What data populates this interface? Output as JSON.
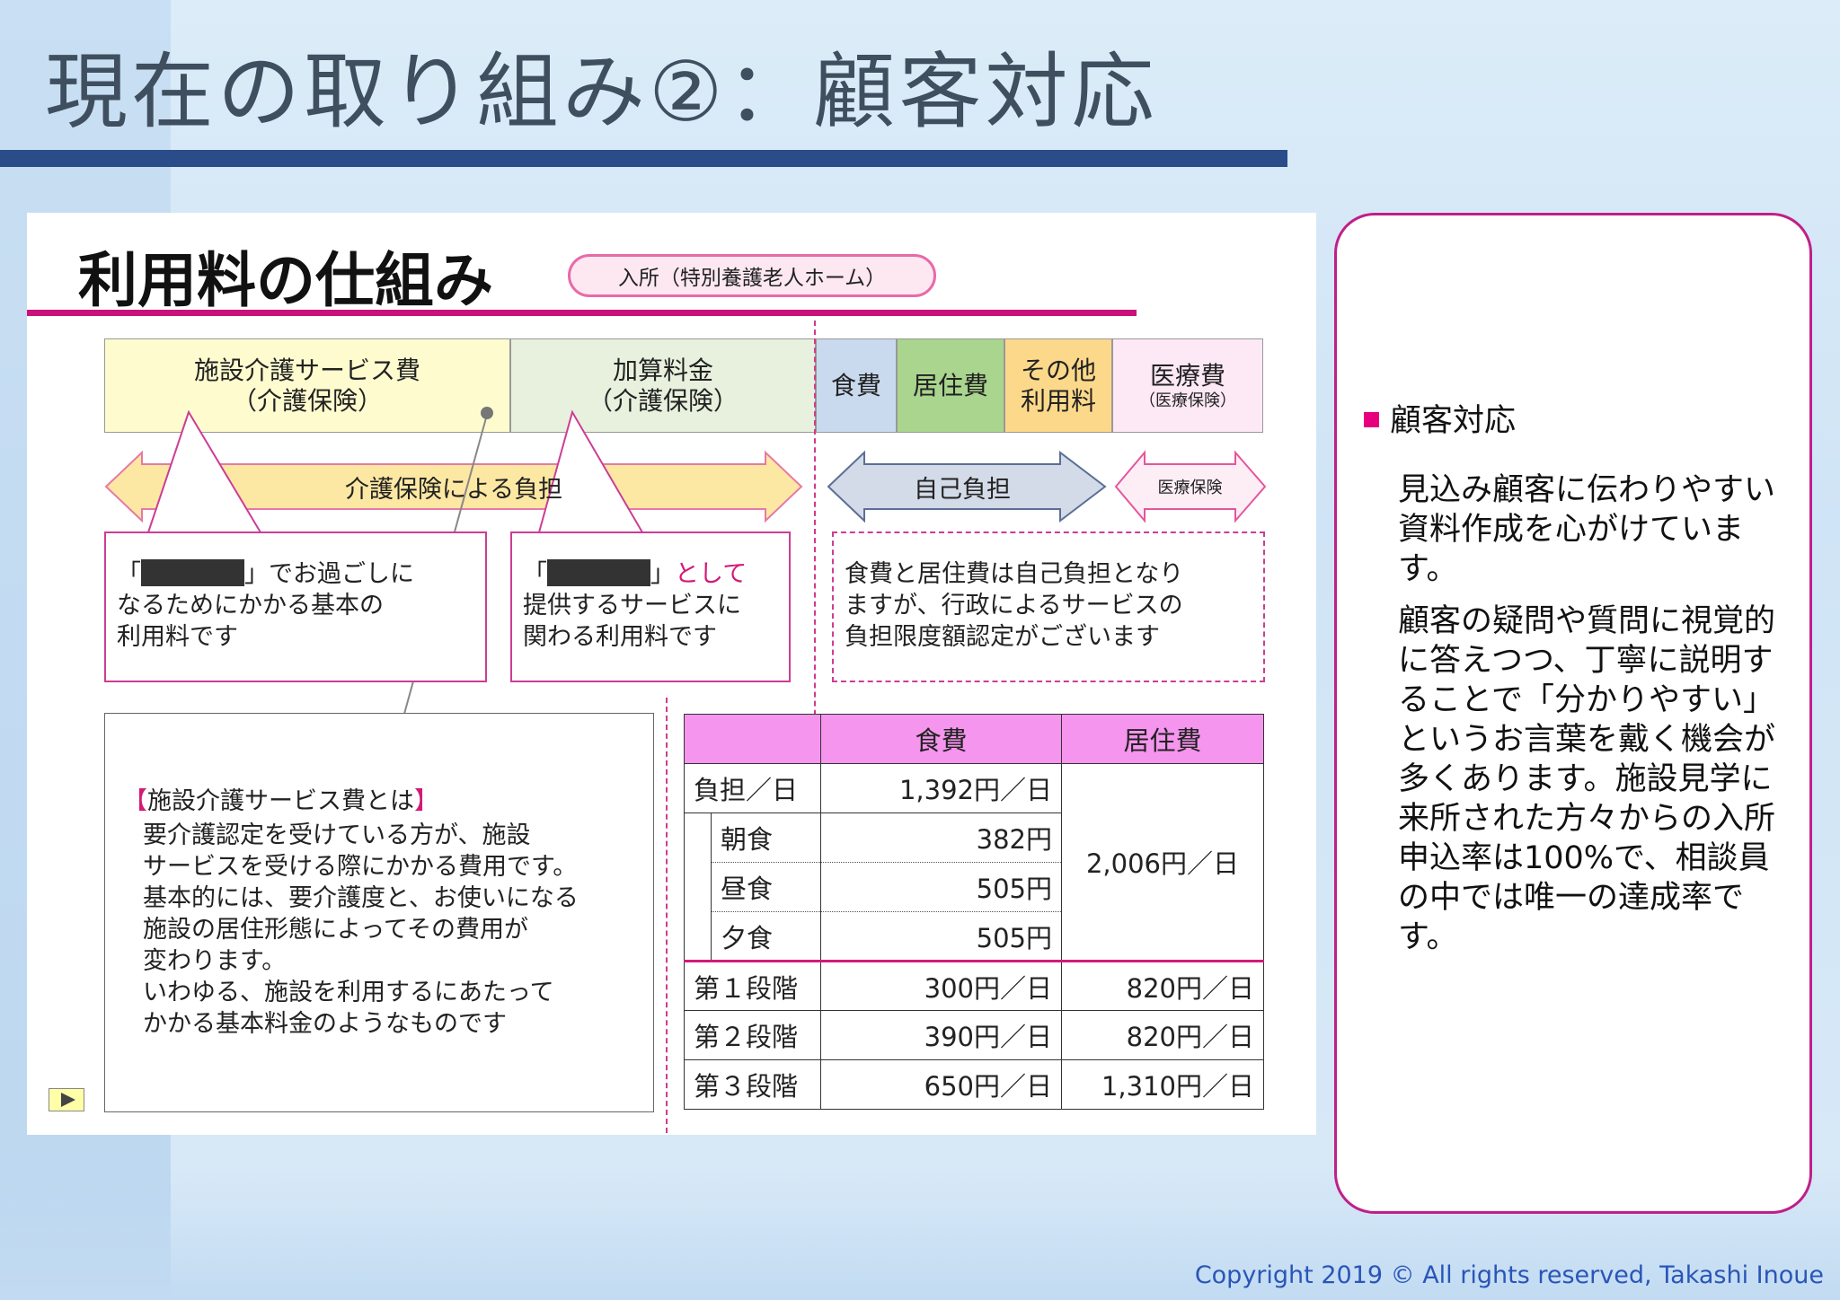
{
  "header": {
    "title": "現在の取り組み②：顧客対応"
  },
  "slide": {
    "title": "利用料の仕組み",
    "badge": "入所（特別養護老人ホーム）",
    "categories": {
      "facility_care": [
        "施設介護サービス費",
        "（介護保険）"
      ],
      "additional": [
        "加算料金",
        "（介護保険）"
      ],
      "food": "食費",
      "residence": "居住費",
      "other": [
        "その他",
        "利用料"
      ],
      "medical": [
        "医療費",
        "（医療保険）"
      ]
    },
    "arrows": {
      "insurance": "介護保険による負担",
      "self": "自己負担",
      "medical": "医療保険"
    },
    "explain": {
      "box1": {
        "open": "「",
        "close": "」でお過ごしに",
        "lines": [
          "なるためにかかる基本の",
          "利用料です"
        ]
      },
      "box2": {
        "open": "「",
        "close": "」",
        "tail": "として",
        "lines": [
          "提供するサービスに",
          "関わる利用料です"
        ]
      },
      "box3": [
        "食費と居住費は自己負担となり",
        "ますが、行政によるサービスの",
        "負担限度額認定がございます"
      ]
    },
    "description": {
      "bracket_open": "【",
      "heading": "施設介護サービス費とは",
      "bracket_close": "】",
      "lines": [
        "要介護認定を受けている方が、施設",
        "サービスを受ける際にかかる費用です。",
        "基本的には、要介護度と、お使いになる",
        "施設の居住形態によってその費用が",
        "変わります。",
        "いわゆる、施設を利用するにあたって",
        "かかる基本料金のようなものです"
      ]
    },
    "table": {
      "headers": [
        "",
        "食費",
        "居住費"
      ],
      "burden_label": "負担／日",
      "burden_food": "1,392円／日",
      "residence_total": "2,006円／日",
      "meals": [
        {
          "label": "朝食",
          "value": "382円"
        },
        {
          "label": "昼食",
          "value": "505円"
        },
        {
          "label": "夕食",
          "value": "505円"
        }
      ],
      "stages": [
        {
          "label": "第１段階",
          "food": "300円／日",
          "residence": "820円／日"
        },
        {
          "label": "第２段階",
          "food": "390円／日",
          "residence": "820円／日"
        },
        {
          "label": "第３段階",
          "food": "650円／日",
          "residence": "1,310円／日"
        }
      ]
    }
  },
  "panel": {
    "heading": "顧客対応",
    "paragraphs": [
      "見込み顧客に伝わりやすい資料作成を心がけています。",
      "顧客の疑問や質問に視覚的に答えつつ、丁寧に説明することで「分かりやすい」というお言葉を戴く機会が多くあります。施設見学に来所された方々からの入所申込率は100%で、相談員の中では唯一の達成率です。"
    ]
  },
  "footer": "Copyright 2019 © All rights reserved, Takashi Inoue",
  "colors": {
    "accent_pink": "#c8117a",
    "title_bar": "#2a4d8a",
    "table_header": "#f595ee"
  }
}
